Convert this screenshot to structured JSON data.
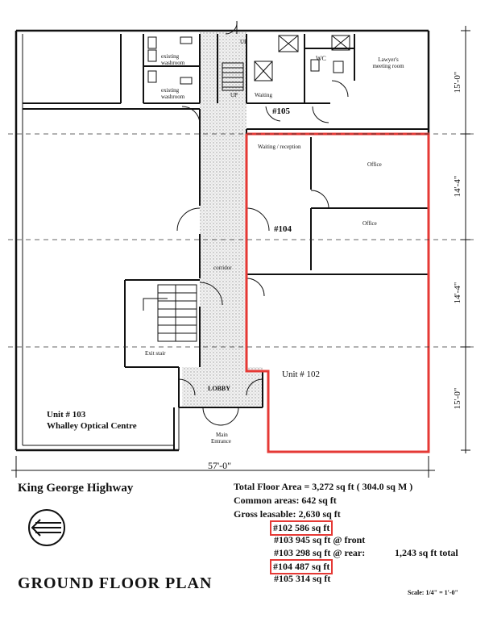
{
  "plan": {
    "rooms": {
      "washroom_1": "existing washroom",
      "washroom_2": "existing washroom",
      "up_1": "UP",
      "up_2": "UP",
      "waiting": "Waiting",
      "wc": "WC",
      "lawyers_room": "Lawyer's meeting room",
      "unit_105": "#105",
      "waiting_reception": "Waiting / reception",
      "office_1": "Office",
      "office_2": "Office",
      "unit_104": "#104",
      "corridor": "corridor",
      "exit_stair": "Exit stair",
      "unit_102": "Unit # 102",
      "lobby": "LOBBY",
      "main_entrance_1": "Main",
      "main_entrance_2": "Entrance",
      "unit_103_line1": "Unit # 103",
      "unit_103_line2": "Whalley Optical Centre"
    },
    "dimensions": {
      "d1": "15'-0\"",
      "d2": "14'-4\"",
      "d3": "14'-4\"",
      "d4": "15'-0\"",
      "width": "57'-0\""
    }
  },
  "footer": {
    "street": "King George Highway",
    "title": "GROUND FLOOR PLAN",
    "scale": "Scale: 1/4\" = 1'-0\"",
    "total_area": "Total Floor Area = 3,272 sq ft ( 304.0 sq M )",
    "common_areas": "Common areas:  642 sq ft",
    "gross_leasable": "Gross leasable: 2,630 sq ft",
    "u102": "#102  586 sq ft",
    "u103_front": "#103  945 sq ft @ front",
    "u103_rear": "#103  298 sq ft @ rear:",
    "u103_total": "1,243 sq ft total",
    "u104": "#104  487 sq ft",
    "u105": "#105  314 sq ft"
  },
  "colors": {
    "highlight": "#e53935",
    "line": "#111111"
  }
}
